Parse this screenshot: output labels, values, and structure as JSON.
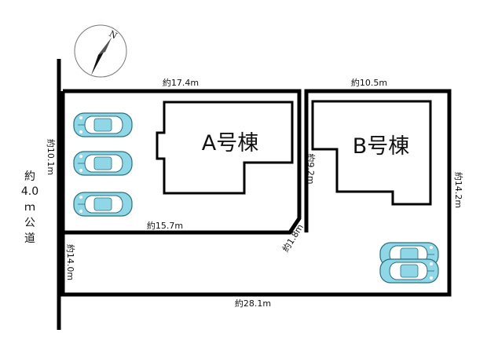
{
  "compass": {
    "label": "N"
  },
  "buildings": {
    "a": {
      "label": "A号棟"
    },
    "b": {
      "label": "B号棟"
    }
  },
  "road": {
    "line1": "約",
    "line2": "4.0",
    "line3": "ｍ",
    "line4": "公",
    "line5": "道"
  },
  "dimensions": {
    "top_a": "約17.4m",
    "top_b": "約10.5m",
    "left_a": "約10.1m",
    "middle_a": "約15.7m",
    "divider": "約9.2m",
    "corner": "約1.8m",
    "right": "約14.2m",
    "left_bottom": "約14.0m",
    "bottom": "約28.1m"
  },
  "colors": {
    "car_body": "#8fd6e6",
    "car_outline": "#2a6f7d",
    "line": "#000000"
  }
}
